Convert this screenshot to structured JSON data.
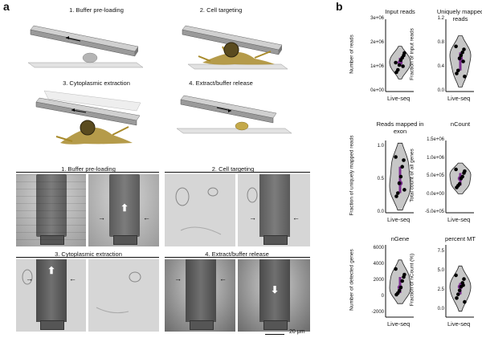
{
  "panel_a": {
    "letter": "a",
    "schematic_steps": [
      "1. Buffer pre-loading",
      "2. Cell targeting",
      "3. Cytoplasmic extraction",
      "4. Extract/buffer release"
    ],
    "micrograph_sections": [
      "1. Buffer pre-loading",
      "2. Cell targeting",
      "3. Cytoplasmic extraction",
      "4. Extract/buffer release"
    ],
    "scale_bar": "20 μm"
  },
  "panel_b": {
    "letter": "b",
    "chart_data": [
      {
        "type": "violin",
        "title": "Input reads",
        "ylabel": "Number of reads",
        "xlabel": "Live-seq",
        "ticks": [
          "3e+06",
          "2e+06",
          "1e+06",
          "0e+00"
        ],
        "ylim": [
          0,
          3000000
        ],
        "values": [
          1200000,
          1500000,
          1400000,
          1300000,
          1100000,
          900000,
          800000,
          1600000,
          1050000
        ]
      },
      {
        "type": "violin",
        "title": "Uniquely mapped reads",
        "ylabel": "Fraction of input reads",
        "xlabel": "Live-seq",
        "ticks": [
          "1.2",
          "0.8",
          "0.4",
          "0.0"
        ],
        "ylim": [
          0,
          1.2
        ],
        "values": [
          0.75,
          0.7,
          0.65,
          0.6,
          0.55,
          0.35,
          0.3,
          0.25,
          0.5
        ]
      },
      {
        "type": "violin",
        "title": "Reads mapped in exon",
        "ylabel": "Fraction of uniquely mapped reads",
        "xlabel": "Live-seq",
        "ticks": [
          "1.0",
          "0.5",
          "0.0"
        ],
        "ylim": [
          0,
          1.1
        ],
        "values": [
          0.85,
          0.8,
          0.7,
          0.55,
          0.45,
          0.3,
          0.25,
          0.35
        ]
      },
      {
        "type": "violin",
        "title": "nCount",
        "ylabel": "Total count of all genes",
        "xlabel": "Live-seq",
        "ticks": [
          "1.5e+06",
          "1.0e+06",
          "5.0e+05",
          "0.0e+00",
          "-5.0e+05"
        ],
        "ylim": [
          -500000,
          1500000
        ],
        "values": [
          700000,
          600000,
          500000,
          450000,
          300000,
          250000,
          200000,
          650000
        ]
      },
      {
        "type": "violin",
        "title": "nGene",
        "ylabel": "Number of detected genes",
        "xlabel": "Live-seq",
        "ticks": [
          "6000",
          "4000",
          "2000",
          "0",
          "-2000"
        ],
        "ylim": [
          -2500,
          6500
        ],
        "values": [
          3500,
          2500,
          2000,
          1200,
          800,
          500,
          300,
          2800
        ]
      },
      {
        "type": "violin",
        "title": "percent MT",
        "ylabel": "Fraction of nCount (%)",
        "xlabel": "Live-seq",
        "ticks": [
          "7.5",
          "5.0",
          "2.5",
          "0.0"
        ],
        "ylim": [
          -1,
          8.5
        ],
        "values": [
          4.5,
          4.0,
          3.5,
          3.0,
          2.5,
          2.0,
          1.5,
          1.0,
          3.2
        ]
      }
    ]
  },
  "colors": {
    "violin_fill": "#c7c7c7",
    "median": "#7b2f8f",
    "dot": "#000000",
    "gold": "#a88a2a"
  }
}
